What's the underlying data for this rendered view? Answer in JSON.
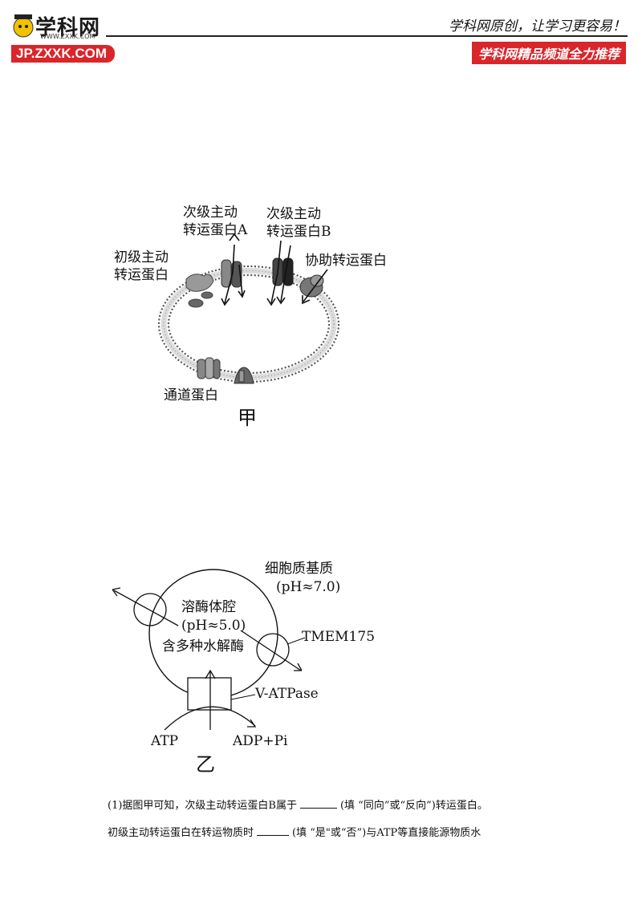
{
  "header": {
    "logo_text": "学科网",
    "logo_url": "WWW.ZXXK.COM",
    "banner_left": "JP.ZXXK.COM",
    "slogan": "学科网原创，让学习更容易！",
    "banner_right": "学科网精品频道全力推荐"
  },
  "figure_a": {
    "label_secondary_a": [
      "次级主动",
      "转运蛋白A"
    ],
    "label_secondary_b": [
      "次级主动",
      "转运蛋白B"
    ],
    "label_primary": [
      "初级主动",
      "转运蛋白"
    ],
    "label_facilitated": "协助转运蛋白",
    "label_channel": "通道蛋白",
    "caption": "甲"
  },
  "figure_b": {
    "label_cytosol": "细胞质基质",
    "label_cytosol_ph": "(pH≈7.0)",
    "label_lumen": "溶酶体腔",
    "label_lumen_ph": "(pH≈5.0)",
    "label_enzymes": "含多种水解酶",
    "label_tmem": "TMEM175",
    "label_vatpase": "V-ATPase",
    "label_atp": "ATP",
    "label_adp": "ADP+Pi",
    "caption": "乙"
  },
  "questions": {
    "q1_line1_pre": "(1)据图甲可知，次级主动转运蛋白B属于",
    "q1_line1_post": "(填 “同向”或“反向”)转运蛋白。",
    "q1_line2_pre": "初级主动转运蛋白在转运物质时",
    "q1_line2_post": "(填 “是\"或“否”)与ATP等直接能源物质水"
  }
}
